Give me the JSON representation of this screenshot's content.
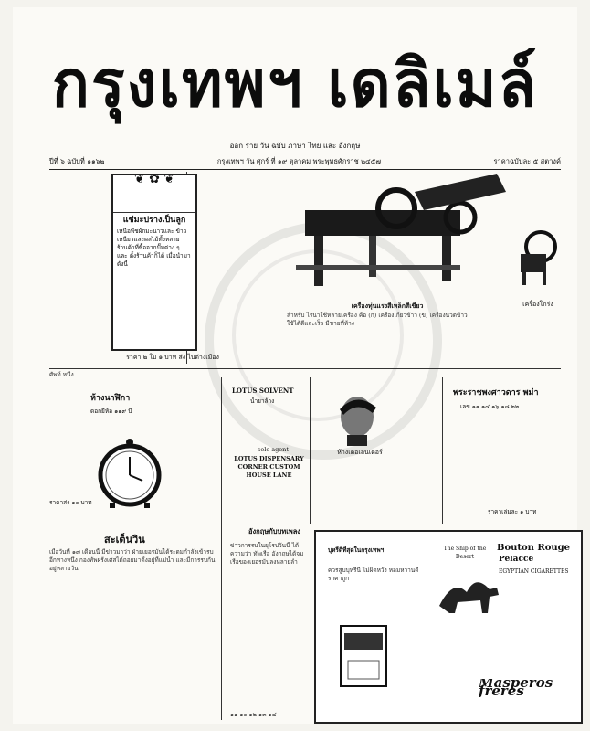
{
  "masthead": {
    "title": "กรุงเทพฯ เดลิเมล์"
  },
  "subtitle": "ออก ราย วัน ฉบับ ภาษา ไทย และ อังกฤษ",
  "dateline": {
    "left": "ปีที่ ๖ ฉบับที่ ๑๑๖๒",
    "center": "กรุงเทพฯ วัน ศุกร์ ที่ ๑๙ ตุลาคม พระพุทธศักราช ๒๔๕๗",
    "right": "ราคาฉบับละ ๕ สตางค์"
  },
  "ad_lemon": {
    "title": "แช่มะปรางเป็นลูก",
    "body": "เหนือพืชผักมะนาวและ ข้าวเหนียวและผลไม้ทั้งหลาย ร้านค้าที่ซื้อจากปั๊มต่าง ๆ และ ตั้งร้านค้าก็ได้ เมื่อนำมาดังนี้",
    "price": "ราคา ๒ ใบ ๑ บาท ส่ง ไปต่างเมือง"
  },
  "ad_machine": {
    "caption": "เครื่องทุ่นแรงสีเหล็กสีเขียว",
    "body": "สำหรับ ไร่นาใช้หลายเครื่อง คือ (ก) เครื่องเกี่ยวข้าว (ข) เครื่องนวดข้าว ใช้ได้ดีและเร็ว มีขายที่ห้าง"
  },
  "ad_small_machine": {
    "caption": "เครื่องโกร่ง"
  },
  "clock_ad": {
    "head": "ห้างนาฬิกา",
    "sub": "ดอกยี่ห้อ ๑๑๙ บี",
    "price": "ราคาส่ง ๑๐ บาท"
  },
  "lotus_ad": {
    "title": "LOTUS SOLVENT",
    "thai": "น้ำยาล้าง",
    "address": "LOTUS DISPENSARY CORNER CUSTOM HOUSE LANE",
    "sold": "sole agent"
  },
  "portrait": {
    "caption": "ห้างเดอเลนเดอร์"
  },
  "royal": {
    "head": "พระราชพงศาวดาร พม่า",
    "line1": "เลข ๑๑ ๑๔ ๑๖ ๑๘ ๒๒",
    "footer": "ราคาเล่มละ ๑ บาท"
  },
  "news": {
    "head": "สะเต็นวิน",
    "body": "เมื่อวันที่ ๑๗ เดือนนี้ มีข่าวมาว่า ฝ่ายเยอรมันได้ระดมกำลังเข้ารบอีกทางหนึ่ง กองทัพฝรั่งเศสได้ถอยมาตั้งอยู่ที่แม่น้ำ และมีการรบกันอยู่หลายวัน"
  },
  "column_mid": {
    "head": "อังกฤษกับบทเพลง",
    "body": "ข่าวการรบในยุโรปวันนี้ ได้ความว่า ทัพเรือ อังกฤษได้จมเรือของเยอรมันลงหลายลำ"
  },
  "cigarette": {
    "brand": "Bouton Rouge",
    "subbrand": "Pelacce",
    "kind": "EGYPTIAN CIGARETTES",
    "ship": "The Ship of the Desert",
    "maker": "Masperos frères",
    "thai_head": "บุหรี่ดีที่สุดในกรุงเทพฯ",
    "thai_body": "ควรสูบบุหรี่นี้ ไม่ผิดหวัง หอมหวานดี ราคาถูก"
  },
  "small_row": "ศัพท์ หนึ่ง",
  "bottom_note": "๑๑ ๑๐ ๑๒ ๑๓ ๑๔"
}
